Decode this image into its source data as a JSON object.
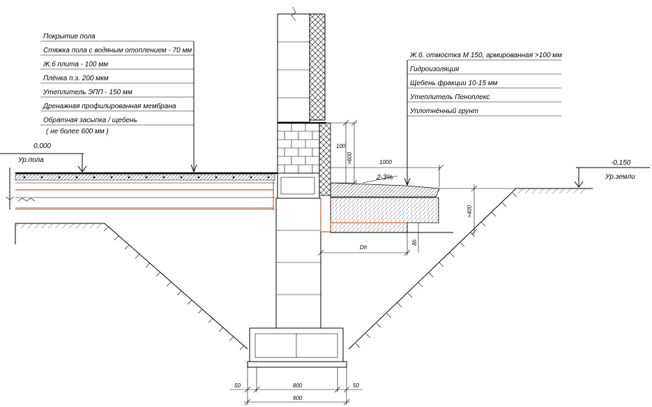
{
  "floor_callout": {
    "layers": [
      "Покрытие пола",
      "Стяжка пола с водяным отоплением  - 70  мм",
      "Ж.б плита  - 100  мм",
      "Плёнка п.э. 200  мкм",
      "Утеплитель ЭПП - 150  мм",
      "Дренажная профилированная мембрана",
      "Обратная засыпка / щебень",
      "( не более  600 мм )"
    ]
  },
  "blind_area_callout": {
    "layers": [
      "Ж.б. отмостка М 150, армированная >100  мм",
      "Гидроизоляция",
      "Щебень фракции  10-15  мм",
      "Утеплитель Пеноплекс",
      "Уплотнённый грунт"
    ]
  },
  "levels": {
    "floor_value": "0,000",
    "floor_label": "Ур.пола",
    "ground_value": "-0,150",
    "ground_label": "Ур.земли"
  },
  "dimensions": {
    "plinth_100": "100",
    "plinth_600": ">600",
    "blind_width": "1000",
    "slope": "2-3%",
    "depth_400": ">400",
    "dh": "Dh",
    "delta_h": "δh",
    "left_offset": "50",
    "wall_width": "800",
    "right_offset": "50",
    "footing_width": "900"
  }
}
